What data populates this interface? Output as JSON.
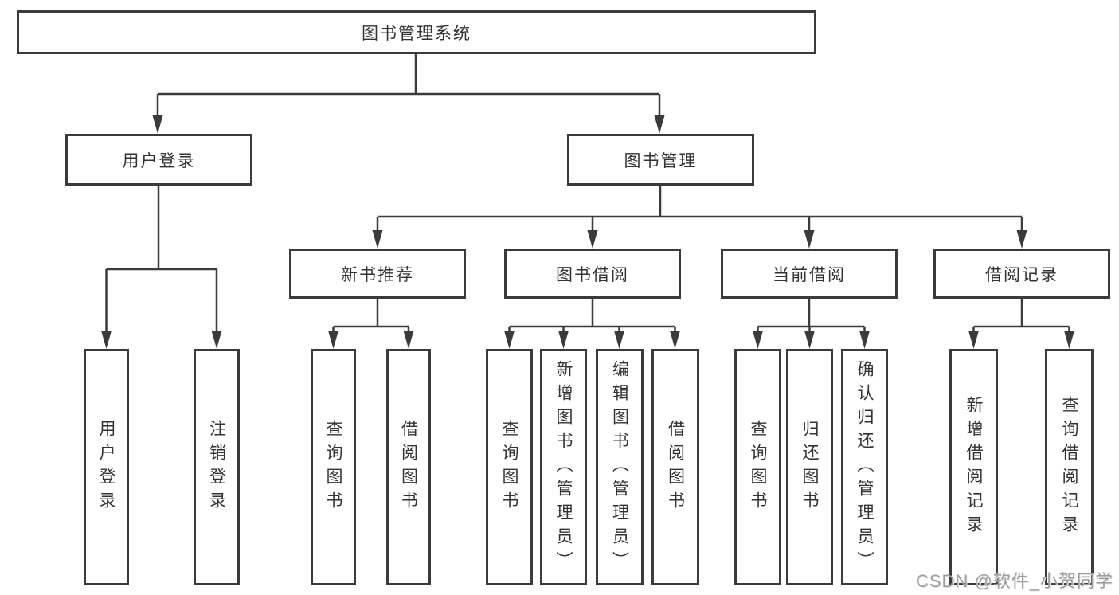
{
  "title": "图书管理系统",
  "tree": {
    "label": "图书管理系统",
    "children": [
      {
        "label": "用户登录",
        "children": [
          {
            "label": "用户登录"
          },
          {
            "label": "注销登录"
          }
        ]
      },
      {
        "label": "图书管理",
        "children": [
          {
            "label": "新书推荐",
            "children": [
              {
                "label": "查询图书"
              },
              {
                "label": "借阅图书"
              }
            ]
          },
          {
            "label": "图书借阅",
            "children": [
              {
                "label": "查询图书"
              },
              {
                "label": "新增图书（管理员）"
              },
              {
                "label": "编辑图书（管理员）"
              },
              {
                "label": "借阅图书"
              }
            ]
          },
          {
            "label": "当前借阅",
            "children": [
              {
                "label": "查询图书"
              },
              {
                "label": "归还图书"
              },
              {
                "label": "确认归还（管理员）"
              }
            ]
          },
          {
            "label": "借阅记录",
            "children": [
              {
                "label": "新增借阅记录"
              },
              {
                "label": "查询借阅记录"
              }
            ]
          }
        ]
      }
    ]
  },
  "watermark": "CSDN @软件_小贺同学",
  "colors": {
    "line": "#3b3b3b",
    "box_border": "#3b3b3b",
    "text": "#333333",
    "watermark": "#9e9e9e",
    "background": "#ffffff"
  }
}
